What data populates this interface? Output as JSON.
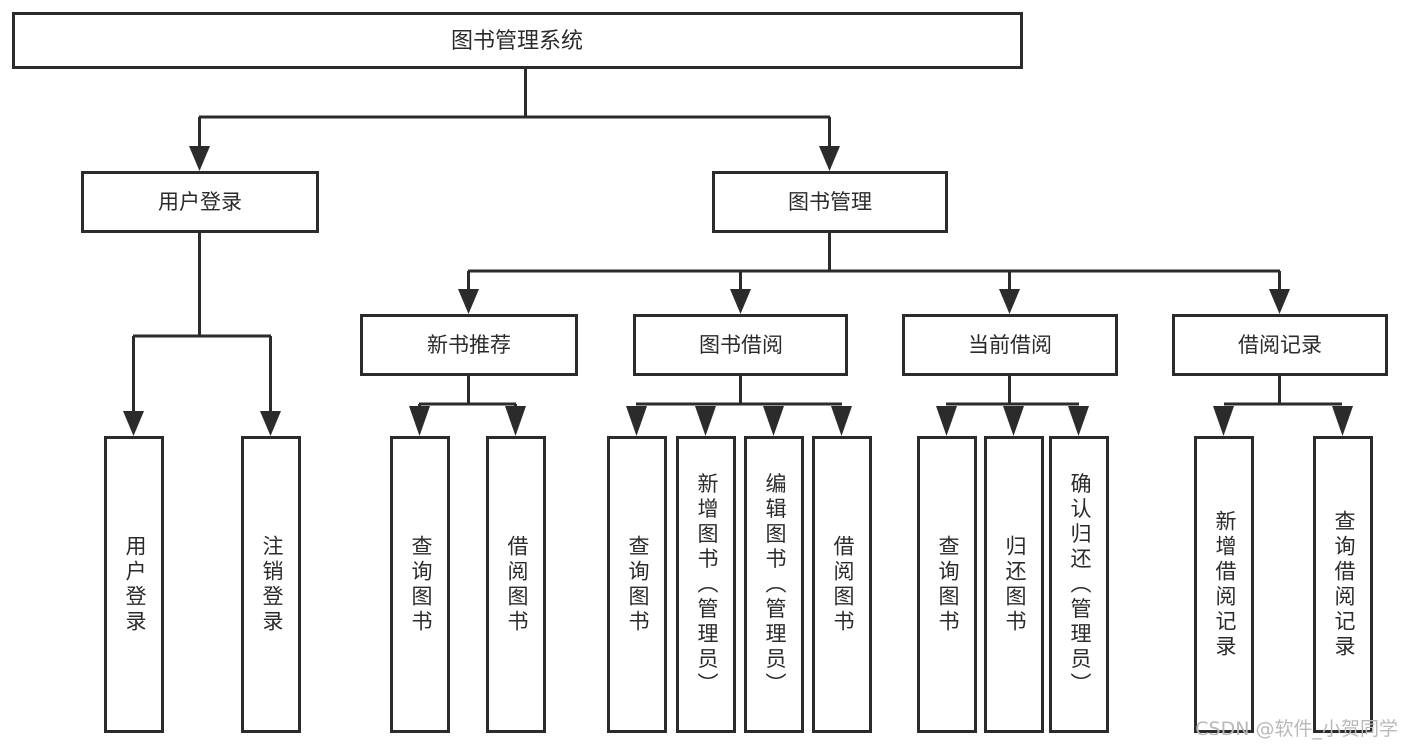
{
  "diagram": {
    "title": "图书管理系统",
    "type": "tree-hierarchy",
    "root": {
      "id": "root",
      "label": "图书管理系统"
    },
    "level1": [
      {
        "id": "user-login",
        "label": "用户登录"
      },
      {
        "id": "book-management",
        "label": "图书管理"
      }
    ],
    "level2": [
      {
        "id": "new-book-recommend",
        "label": "新书推荐",
        "parent": "book-management"
      },
      {
        "id": "book-borrow",
        "label": "图书借阅",
        "parent": "book-management"
      },
      {
        "id": "current-borrow",
        "label": "当前借阅",
        "parent": "book-management"
      },
      {
        "id": "borrow-record",
        "label": "借阅记录",
        "parent": "book-management"
      }
    ],
    "leaves": {
      "user-login": [
        {
          "id": "leaf-user-login",
          "label": "用户登录"
        },
        {
          "id": "leaf-user-logout",
          "label": "注销登录"
        }
      ],
      "new-book-recommend": [
        {
          "id": "leaf-query-book-1",
          "label": "查询图书"
        },
        {
          "id": "leaf-borrow-book-1",
          "label": "借阅图书"
        }
      ],
      "book-borrow": [
        {
          "id": "leaf-query-book-2",
          "label": "查询图书"
        },
        {
          "id": "leaf-add-book",
          "label": "新增图书（管理员）"
        },
        {
          "id": "leaf-edit-book",
          "label": "编辑图书（管理员）"
        },
        {
          "id": "leaf-borrow-book-2",
          "label": "借阅图书"
        }
      ],
      "current-borrow": [
        {
          "id": "leaf-query-book-3",
          "label": "查询图书"
        },
        {
          "id": "leaf-return-book",
          "label": "归还图书"
        },
        {
          "id": "leaf-confirm-return",
          "label": "确认归还（管理员）"
        }
      ],
      "borrow-record": [
        {
          "id": "leaf-add-record",
          "label": "新增借阅记录"
        },
        {
          "id": "leaf-query-record",
          "label": "查询借阅记录"
        }
      ]
    }
  },
  "watermark": {
    "text": "CSDN @软件_小贺同学"
  },
  "colors": {
    "stroke": "#2b2b2b",
    "fill": "#ffffff",
    "watermark": "#b9b9b9"
  }
}
